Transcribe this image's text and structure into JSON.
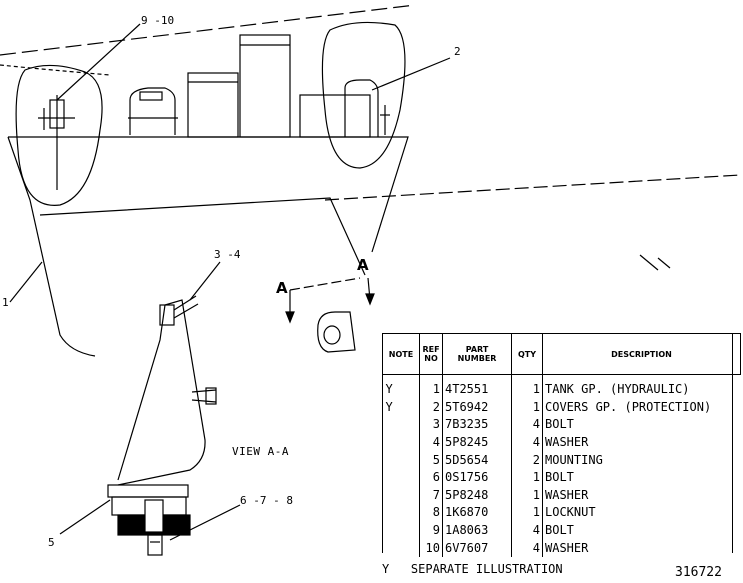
{
  "callouts": {
    "c1": "1",
    "c2": "2",
    "c34": "3 -4",
    "c5": "5",
    "c678": "6 -7 - 8",
    "c910": "9 -10"
  },
  "view_label": "VIEW A-A",
  "section_letter": "A",
  "table": {
    "headers": {
      "note": "NOTE",
      "ref_line1": "REF",
      "ref_line2": "NO",
      "part_line1": "PART",
      "part_line2": "NUMBER",
      "qty": "QTY",
      "description": "DESCRIPTION"
    },
    "rows": [
      {
        "note": "Y",
        "ref": "1",
        "part": "4T2551",
        "qty": "1",
        "desc": "TANK GP. (HYDRAULIC)"
      },
      {
        "note": "Y",
        "ref": "2",
        "part": "5T6942",
        "qty": "1",
        "desc": "COVERS GP. (PROTECTION)"
      },
      {
        "note": "",
        "ref": "3",
        "part": "7B3235",
        "qty": "4",
        "desc": "BOLT"
      },
      {
        "note": "",
        "ref": "4",
        "part": "5P8245",
        "qty": "4",
        "desc": "WASHER"
      },
      {
        "note": "",
        "ref": "5",
        "part": "5D5654",
        "qty": "2",
        "desc": "MOUNTING"
      },
      {
        "note": "",
        "ref": "6",
        "part": "0S1756",
        "qty": "1",
        "desc": "BOLT"
      },
      {
        "note": "",
        "ref": "7",
        "part": "5P8248",
        "qty": "1",
        "desc": "WASHER"
      },
      {
        "note": "",
        "ref": "8",
        "part": "1K6870",
        "qty": "1",
        "desc": "LOCKNUT"
      },
      {
        "note": "",
        "ref": "9",
        "part": "1A8063",
        "qty": "4",
        "desc": "BOLT"
      },
      {
        "note": "",
        "ref": "10",
        "part": "6V7607",
        "qty": "4",
        "desc": "WASHER"
      }
    ]
  },
  "footnote": "Y   SEPARATE ILLUSTRATION",
  "illustration_number": "316722"
}
